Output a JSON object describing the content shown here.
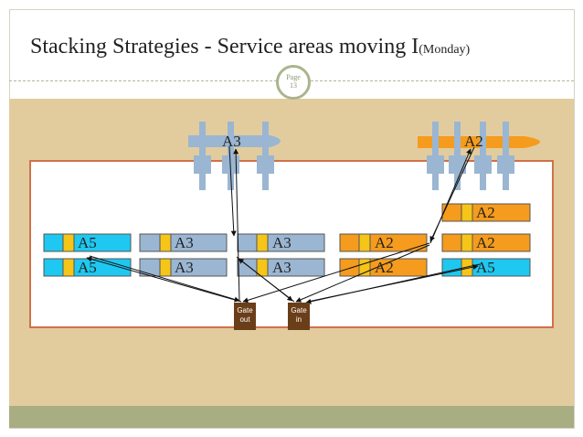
{
  "slide": {
    "title": "Stacking Strategies - Service areas moving I",
    "title_suffix": "(Monday)",
    "page_label": "Page",
    "page_number": "13"
  },
  "vessels": [
    {
      "id": "vessel-a3",
      "label": "A3",
      "color": "#9ab6d2"
    },
    {
      "id": "vessel-a2",
      "label": "A2",
      "color": "#f59b1d"
    }
  ],
  "blocks": [
    {
      "id": "block-r1-c1",
      "label": "A5",
      "color": "#1ec8f0"
    },
    {
      "id": "block-r2-c1",
      "label": "A5",
      "color": "#1ec8f0"
    },
    {
      "id": "block-r1-c2",
      "label": "A3",
      "color": "#9ab6d2"
    },
    {
      "id": "block-r2-c2",
      "label": "A3",
      "color": "#9ab6d2"
    },
    {
      "id": "block-r1-c3",
      "label": "A3",
      "color": "#9ab6d2"
    },
    {
      "id": "block-r2-c3",
      "label": "A3",
      "color": "#9ab6d2"
    },
    {
      "id": "block-r1-c4",
      "label": "A2",
      "color": "#f59b1d"
    },
    {
      "id": "block-r2-c4",
      "label": "A2",
      "color": "#f59b1d"
    },
    {
      "id": "block-r0-c5",
      "label": "A2",
      "color": "#f59b1d"
    },
    {
      "id": "block-r1-c5",
      "label": "A2",
      "color": "#f59b1d"
    },
    {
      "id": "block-r2-c5",
      "label": "A5",
      "color": "#1ec8f0"
    }
  ],
  "gates": [
    {
      "id": "gate-out",
      "label_top": "Gate",
      "label_bottom": "out"
    },
    {
      "id": "gate-in",
      "label_top": "Gate",
      "label_bottom": "in"
    }
  ],
  "colors": {
    "yellow_marker": "#f5c518",
    "block_border": "#555555",
    "crane": "#9ab6d2",
    "arrow": "#111111"
  }
}
